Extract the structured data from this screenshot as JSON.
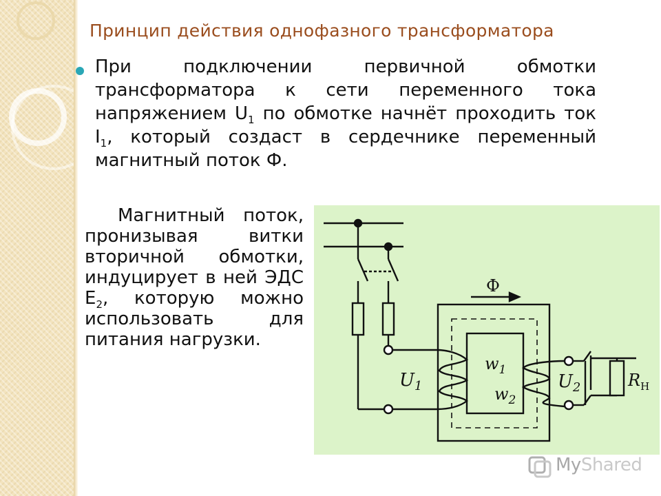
{
  "slide": {
    "title": "Принцип действия однофазного трансформатора",
    "bullet": {
      "part1": "При подключении первичной обмотки трансформатора к сети переменного тока напряжением U",
      "sub1": "1",
      "part2": " по обмотке начнёт проходить ток I",
      "sub2": "1",
      "part3": ", который создаст в сердечнике переменный магнитный поток Ф."
    },
    "paragraph": {
      "part1": "Магнитный поток, пронизывая витки вторичной обмотки, индуцирует в ней ЭДС Е",
      "sub": "2",
      "part2": ", которую можно использовать для питания нагрузки."
    }
  },
  "diagram": {
    "flux_label": "Ф",
    "u1_label": "U",
    "u1_sub": "1",
    "w1_label": "w",
    "w1_sub": "1",
    "w2_label": "w",
    "w2_sub": "2",
    "u2_label": "U",
    "u2_sub": "2",
    "rh_label": "R",
    "rh_sub": "Н",
    "background_color": "#dcf3c9",
    "line_color": "#111111",
    "dash_color": "#111111"
  },
  "watermark": {
    "text_main": "My",
    "text_shared": "Shared",
    "icon": "myshared-logo-icon"
  },
  "colors": {
    "title": "#9a4d1e",
    "bullet": "#2aa7b6",
    "band": "#f3e4bf"
  }
}
